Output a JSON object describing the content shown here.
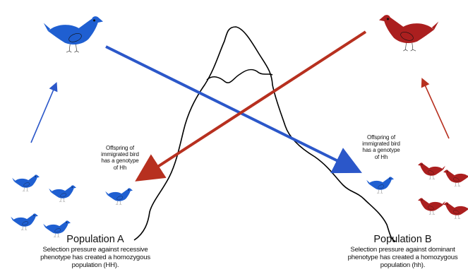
{
  "colors": {
    "blue": "#1f5fd1",
    "red": "#ab1f1f",
    "blue_arrow": "#2b57c9",
    "red_arrow": "#b7301f",
    "mountain_outline": "#000000"
  },
  "icons": [
    "bird-icon",
    "mountain-icon",
    "arrow-icon"
  ],
  "offspring_note_left": {
    "line1": "Offspring of",
    "line2": "immigrated bird",
    "line3": "has a genotype",
    "line4": "of Hh"
  },
  "offspring_note_right": {
    "line1": "Offspring of",
    "line2": "immigrated bird",
    "line3": "has a genotype",
    "line4": "of Hh"
  },
  "population_a": {
    "title": "Population A",
    "line1": "Selection pressure against recessive",
    "line2": "phenotype has created a homozygous",
    "line3": "population (HH)."
  },
  "population_b": {
    "title": "Population B",
    "line1": "Selection pressure against dominant",
    "line2": "phenotype has created a homozygous",
    "line3": "population (hh)."
  }
}
